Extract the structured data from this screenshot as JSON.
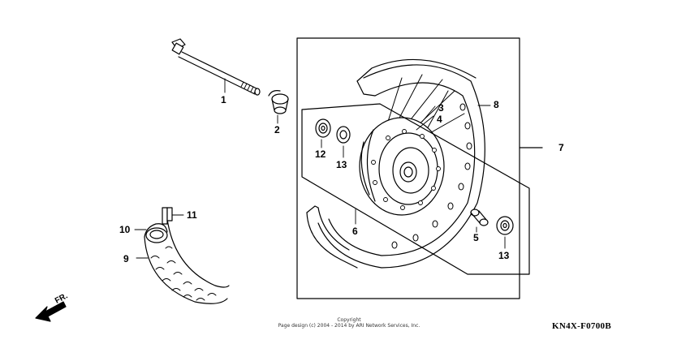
{
  "callouts": [
    {
      "id": "1",
      "label": "1"
    },
    {
      "id": "2",
      "label": "2"
    },
    {
      "id": "3",
      "label": "3"
    },
    {
      "id": "4",
      "label": "4"
    },
    {
      "id": "5",
      "label": "5"
    },
    {
      "id": "6",
      "label": "6"
    },
    {
      "id": "7",
      "label": "7"
    },
    {
      "id": "8",
      "label": "8"
    },
    {
      "id": "9",
      "label": "9"
    },
    {
      "id": "10",
      "label": "10"
    },
    {
      "id": "11",
      "label": "11"
    },
    {
      "id": "12",
      "label": "12"
    },
    {
      "id": "13a",
      "label": "13"
    },
    {
      "id": "13b",
      "label": "13"
    }
  ],
  "direction_label": "FR.",
  "copyright_line1": "Copyright",
  "copyright_line2": "Page design (c) 2004 - 2014 by ARI Network Services, Inc.",
  "diagram_code": "KN4X-F0700B",
  "colors": {
    "line": "#000000",
    "background": "#ffffff"
  }
}
